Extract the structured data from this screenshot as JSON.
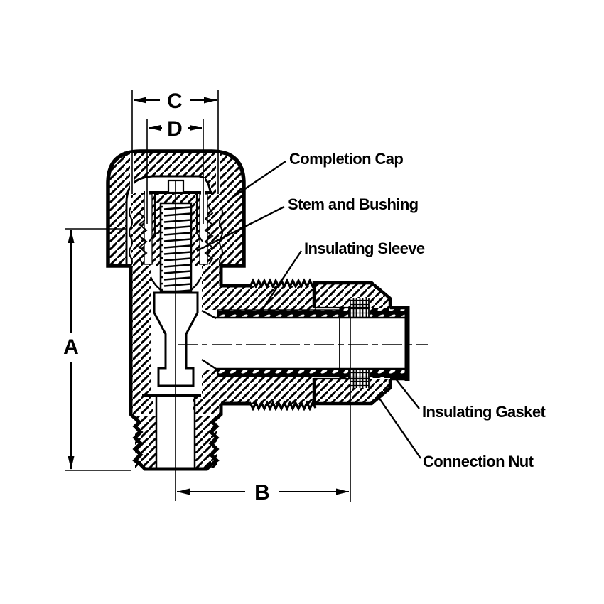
{
  "figure": {
    "type": "technical cross-section diagram",
    "subject": "Insulated angle valve / meter swivel cross-section",
    "background_color": "#ffffff",
    "line_color": "#000000"
  },
  "dimensions": {
    "a": "A",
    "b": "B",
    "c": "C",
    "d": "D"
  },
  "part_labels": {
    "completion_cap": "Completion Cap",
    "stem_and_bushing": "Stem and Bushing",
    "insulating_sleeve": "Insulating Sleeve",
    "insulating_gasket": "Insulating Gasket",
    "connection_nut": "Connection Nut"
  }
}
